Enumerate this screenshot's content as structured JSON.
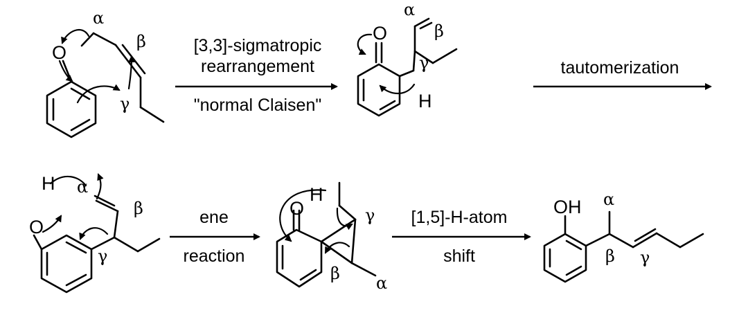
{
  "labels": {
    "alpha": "α",
    "beta": "β",
    "gamma": "γ",
    "oxygen": "O",
    "hydrogen": "H",
    "hydroxyl": "OH"
  },
  "steps": {
    "step1": {
      "above_line1": "[3,3]-sigmatropic",
      "above_line2": "rearrangement",
      "below": "\"normal Claisen\""
    },
    "step2": {
      "above": "tautomerization"
    },
    "step3": {
      "above": "ene",
      "below": "reaction"
    },
    "step4": {
      "above": "[1,5]-H-atom",
      "below": "shift"
    }
  }
}
